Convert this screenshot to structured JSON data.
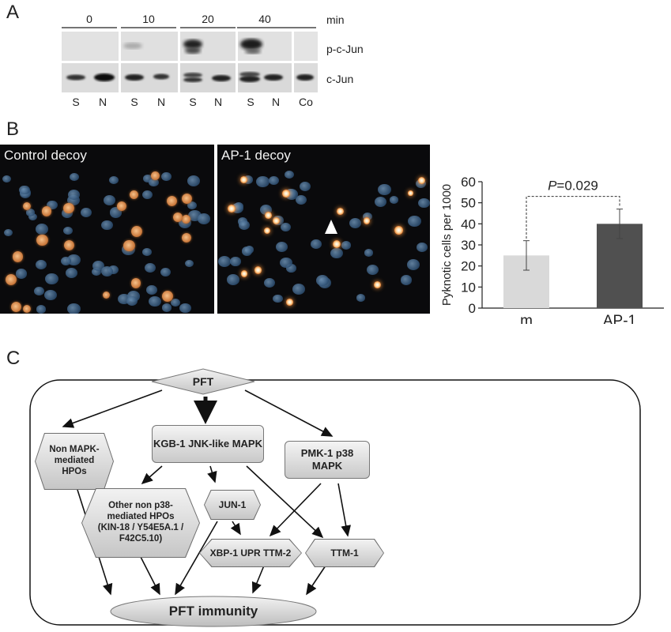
{
  "panel_a": {
    "letter": "A",
    "time_unit": "min",
    "timepoints": [
      "0",
      "10",
      "20",
      "40"
    ],
    "rows": [
      "p-c-Jun",
      "c-Jun"
    ],
    "lanes": [
      "S",
      "N",
      "S",
      "N",
      "S",
      "N",
      "S",
      "N",
      "Co"
    ]
  },
  "panel_b": {
    "letter": "B",
    "image_left_title": "Control decoy",
    "image_right_title": "AP-1 decoy",
    "arrowhead_icon": "white-arrowhead-icon"
  },
  "chart_data": {
    "type": "bar",
    "categories": [
      "m",
      "AP-1"
    ],
    "values": [
      25,
      40
    ],
    "errors": [
      7,
      7
    ],
    "ylabel": "Pyknotic cells per 1000",
    "ylim": [
      0,
      60
    ],
    "yticks": [
      "0",
      "10",
      "20",
      "30",
      "40",
      "50",
      "60"
    ],
    "annotation_italic": "P",
    "annotation_rest": "=0.029",
    "colors": [
      "#d9d9d9",
      "#505050"
    ]
  },
  "panel_c": {
    "letter": "C",
    "nodes": {
      "pft": "PFT",
      "non_mapk": "Non MAPK-mediated HPOs",
      "kgb1": "KGB-1 JNK-like MAPK",
      "pmk1": "PMK-1 p38 MAPK",
      "other_hpos": "Other non p38-mediated HPOs (KIN-18 / Y54E5A.1 / F42C5.10)",
      "jun1": "JUN-1",
      "xbp1": "XBP-1 UPR TTM-2",
      "ttm1": "TTM-1",
      "immunity": "PFT immunity"
    }
  }
}
